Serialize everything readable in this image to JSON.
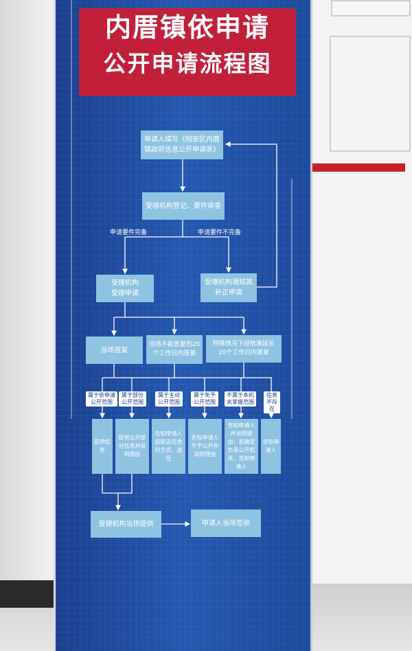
{
  "title": {
    "line1": "内厝镇依申请",
    "line2": "公开申请流程图"
  },
  "flow": {
    "start": "申请人填写《翔安区内厝镇政府信息公开申请表》",
    "register": "受理机构登记、要件审查",
    "cond_complete": "申请要件完备",
    "cond_incomplete": "申请要件不完备",
    "accept": "受理机构受理申请",
    "notify_fix": "受理机构通知其补正申请",
    "reply_now": "当场答复",
    "reply_20": "当场不能答复的20个工作日内答复",
    "reply_ext": "特殊情况下经批准延长20个工作日内答复",
    "categories": [
      {
        "tag": "属于依申请公开范围",
        "result": "提供信息"
      },
      {
        "tag": "属于部分公开范围",
        "result": "提供公开部分信息并说明理由"
      },
      {
        "tag": "属于主动公开范围",
        "result": "告知申请人获取该信息的方式、途径"
      },
      {
        "tag": "属于免予公开范围",
        "result": "告知申请人不予公开并说明理由"
      },
      {
        "tag": "不属于本机关掌握范围",
        "result": "告知申请人并说明理由；若确定负责公开机关，告知申请人"
      },
      {
        "tag": "信息不存在",
        "result": "告知申请人"
      }
    ],
    "provide": "受理机构当场提供",
    "sign": "申请人当场签收"
  },
  "colors": {
    "banner": "#2458b0",
    "title_bg": "#c2203a",
    "box": "#8fc3e2"
  }
}
